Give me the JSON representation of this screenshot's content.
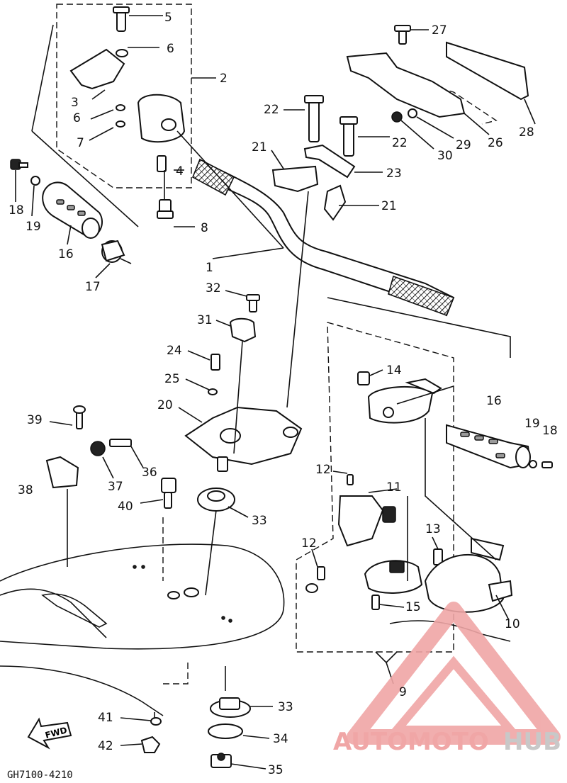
{
  "diagram_code": "GH7100-4210",
  "fwd_label": "FWD",
  "watermark": {
    "brand_part1": "AUTOMOTO",
    "brand_part2": "HUB",
    "color_primary": "#f0a6a6",
    "color_secondary": "#c8c8c8"
  },
  "parts": {
    "p1": "1",
    "p2": "2",
    "p3": "3",
    "p4": "4",
    "p5": "5",
    "p6a": "6",
    "p6b": "6",
    "p7": "7",
    "p8": "8",
    "p9": "9",
    "p10": "10",
    "p11": "11",
    "p12a": "12",
    "p12b": "12",
    "p13": "13",
    "p14": "14",
    "p15": "15",
    "p16a": "16",
    "p16b": "16",
    "p17": "17",
    "p18a": "18",
    "p18b": "18",
    "p19a": "19",
    "p19b": "19",
    "p20": "20",
    "p21a": "21",
    "p21b": "21",
    "p22a": "22",
    "p22b": "22",
    "p23": "23",
    "p24": "24",
    "p25": "25",
    "p26": "26",
    "p27": "27",
    "p28": "28",
    "p29": "29",
    "p30": "30",
    "p31": "31",
    "p32": "32",
    "p33a": "33",
    "p33b": "33",
    "p34": "34",
    "p35": "35",
    "p36": "36",
    "p37": "37",
    "p38": "38",
    "p39": "39",
    "p40": "40",
    "p41": "41",
    "p42": "42"
  }
}
